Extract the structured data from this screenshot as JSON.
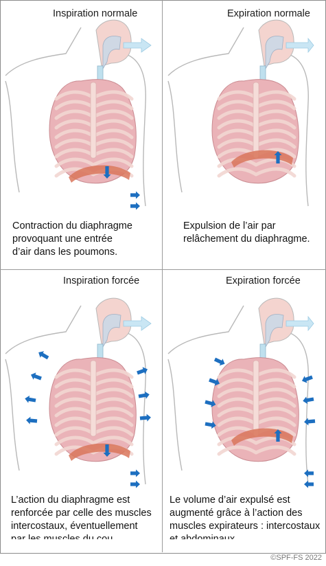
{
  "panels": [
    {
      "id": "inspiration-normale",
      "title": "Inspiration normale",
      "caption": [
        "Contraction du diaphragme",
        "provoquant une entrée",
        "d’air dans les poumons."
      ]
    },
    {
      "id": "expiration-normale",
      "title": "Expiration normale",
      "caption": [
        "Expulsion de l’air par",
        "relâchement du diaphragme."
      ]
    },
    {
      "id": "inspiration-forcee",
      "title": "Inspiration forcée",
      "caption": [
        "L’action du diaphragme est",
        "renforcée par celle des muscles",
        "intercostaux, éventuellement",
        "par les muscles du cou."
      ]
    },
    {
      "id": "expiration-forcee",
      "title": "Expiration forcée",
      "caption": [
        "Le volume d’air expulsé est",
        "augmenté grâce à l’action des",
        "muscles expirateurs : intercostaux",
        "et abdominaux."
      ]
    }
  ],
  "credit": "©SPF-FS 2022",
  "colors": {
    "arrow": "#1d6fc0",
    "lung": "#eab3b8",
    "rib": "#f2d6d2",
    "airflow": "#c9e6f4",
    "outline": "#b8b8b8",
    "diaphragm": "#d9765a"
  }
}
